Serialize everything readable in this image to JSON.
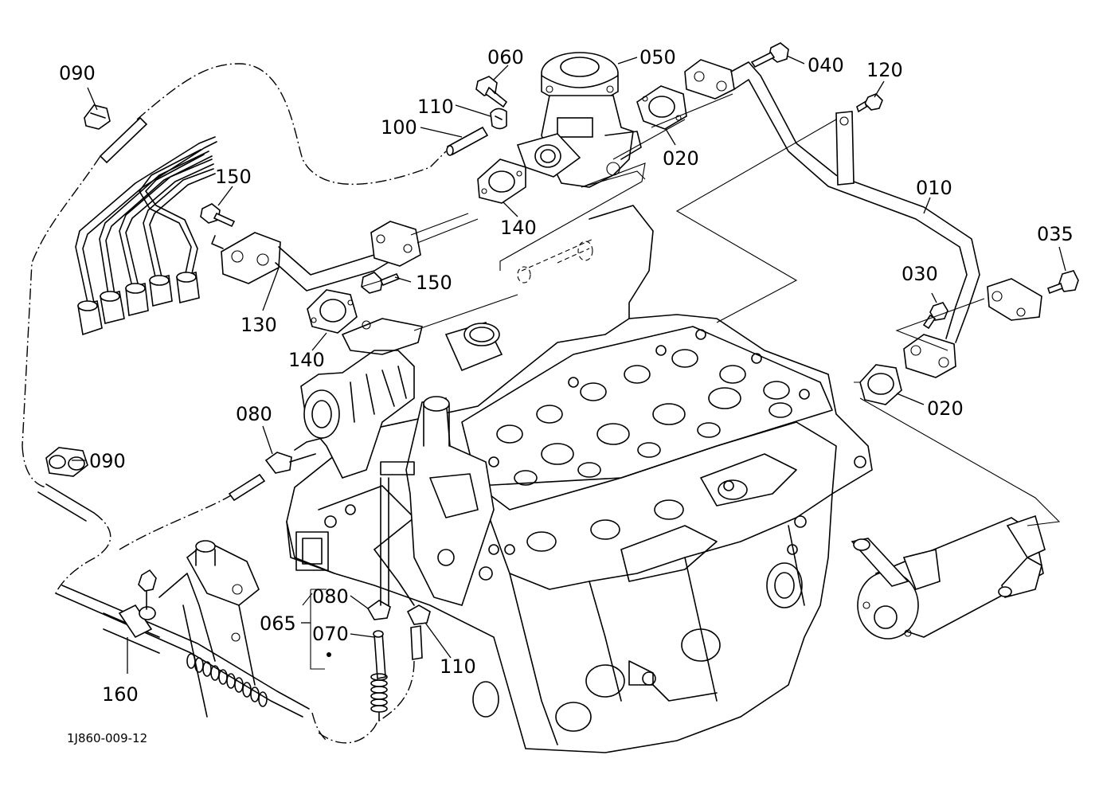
{
  "drawing": {
    "reference_code": "1J860-009-12"
  },
  "callouts": {
    "c010": "010",
    "c020a": "020",
    "c020b": "020",
    "c030": "030",
    "c035": "035",
    "c040": "040",
    "c050": "050",
    "c060": "060",
    "c065": "065",
    "c070": "070",
    "c080a": "080",
    "c080b": "080",
    "c090a": "090",
    "c090b": "090",
    "c100": "100",
    "c110a": "110",
    "c110b": "110",
    "c120": "120",
    "c130": "130",
    "c140a": "140",
    "c140b": "140",
    "c150a": "150",
    "c150b": "150",
    "c160": "160"
  }
}
